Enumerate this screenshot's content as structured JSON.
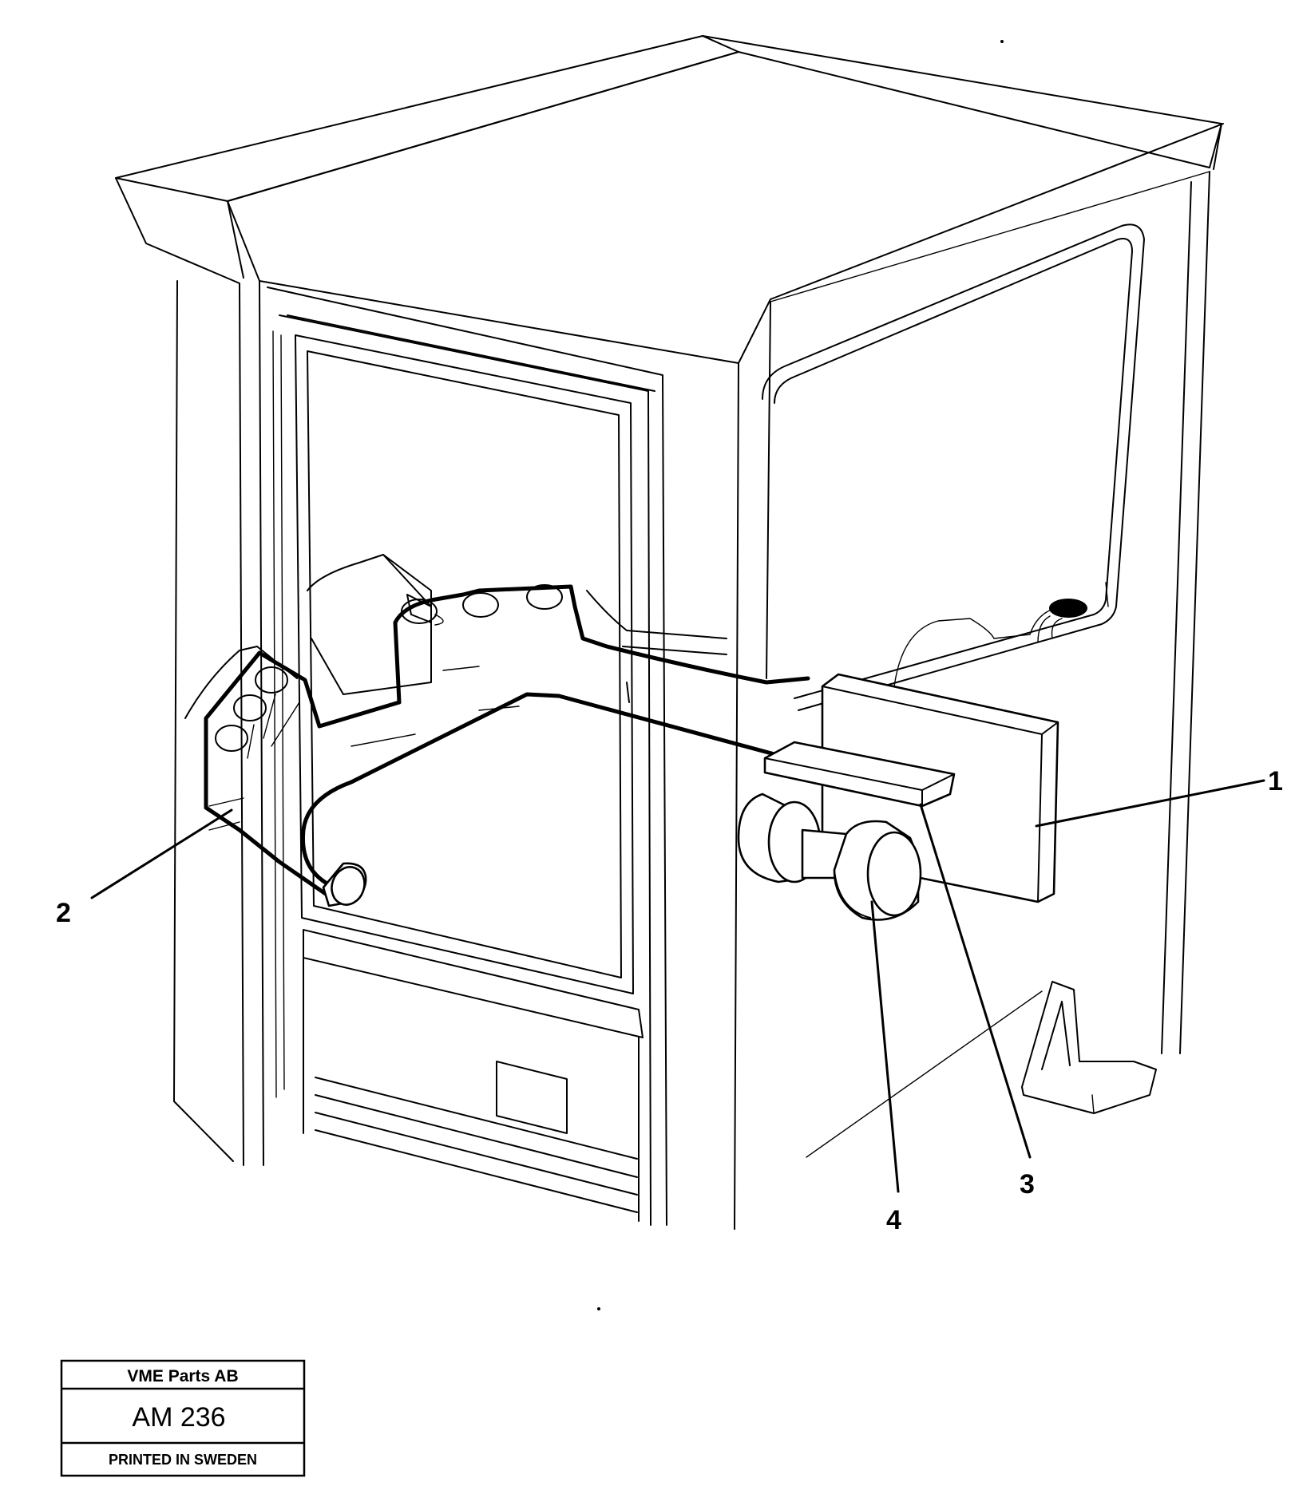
{
  "callouts": [
    {
      "id": "1",
      "label": "1"
    },
    {
      "id": "2",
      "label": "2"
    },
    {
      "id": "3",
      "label": "3"
    },
    {
      "id": "4",
      "label": "4"
    }
  ],
  "title_block": {
    "company": "VME Parts AB",
    "code": "AM 236",
    "printed": "PRINTED IN SWEDEN"
  }
}
